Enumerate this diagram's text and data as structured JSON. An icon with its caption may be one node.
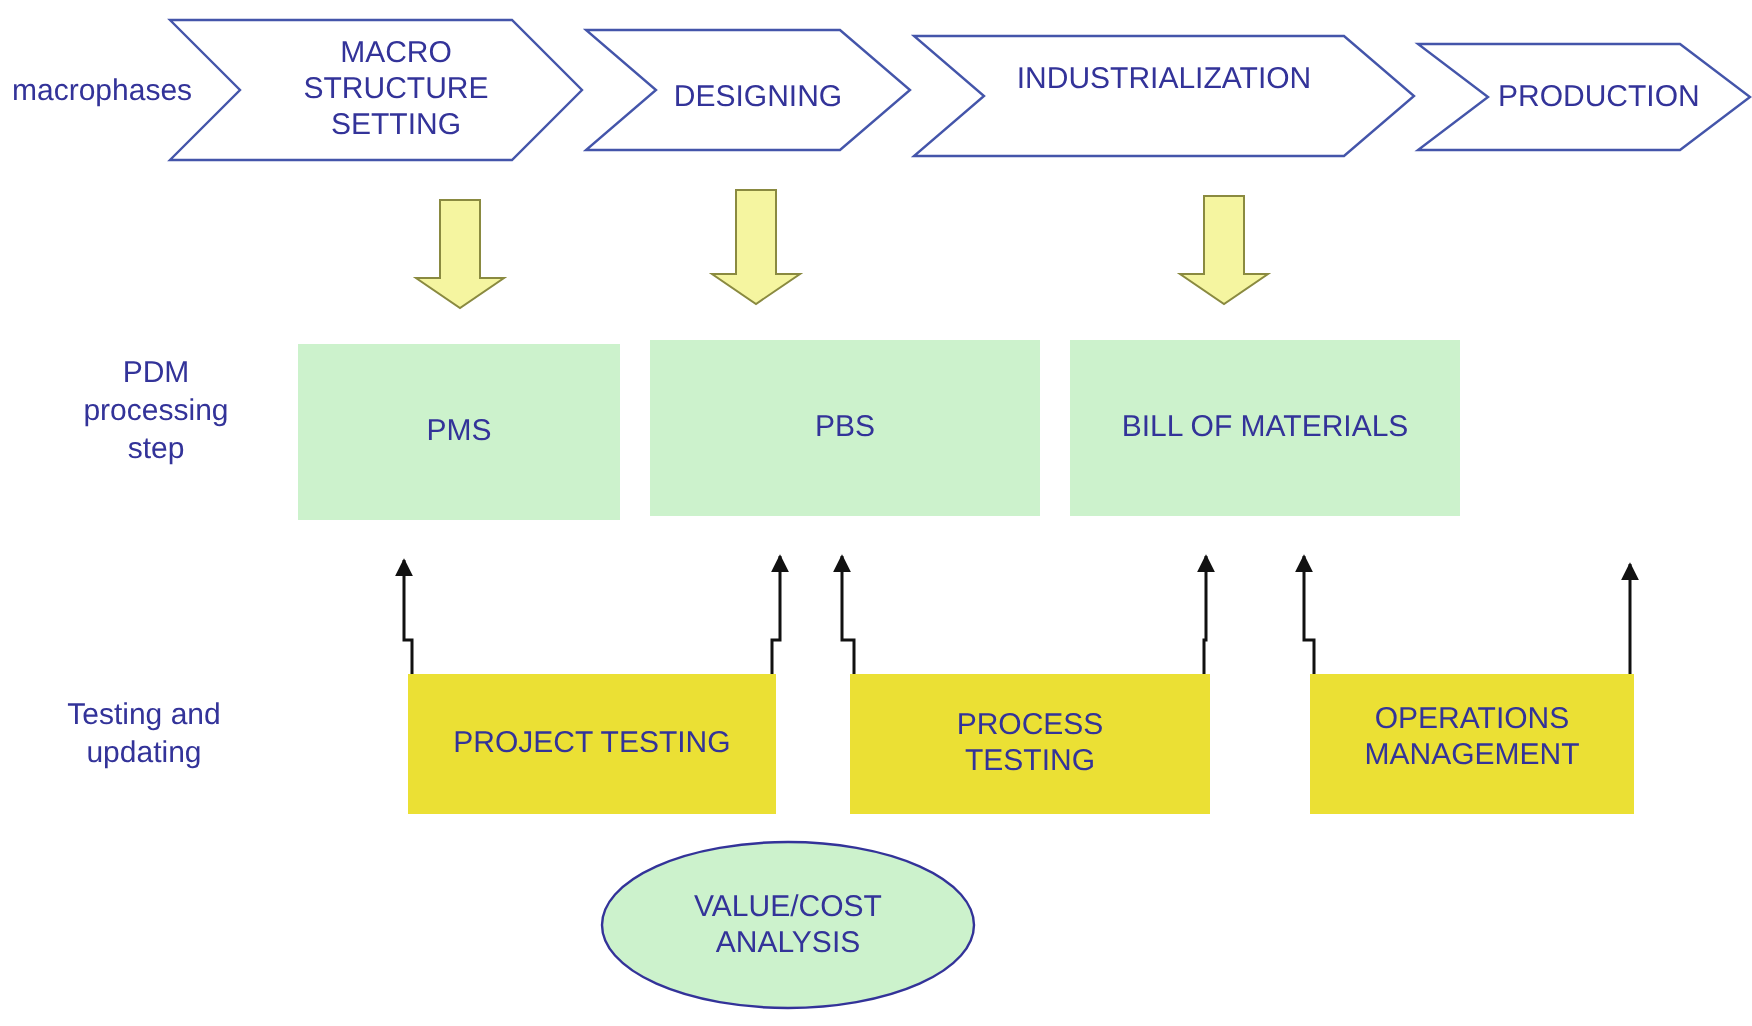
{
  "diagram": {
    "nodes": [
      {
        "text": [
          "MACRO STRUCTURE SETTING"
        ]
      },
      {
        "text": [
          "DESIGNING"
        ]
      },
      {
        "text": [
          "INDUSTRIALIZATION"
        ]
      },
      {
        "text": [
          "PRODUCTION"
        ]
      },
      {
        "text": [
          "PMS"
        ]
      },
      {
        "text": [
          "PBS"
        ]
      },
      {
        "text": [
          "BILL OF MATERIALS"
        ]
      },
      {
        "text": [
          "PROJECT TESTING"
        ]
      },
      {
        "text": [
          "PROCESS TESTING"
        ]
      },
      {
        "text": [
          "OPERATIONS MANAGEMENT"
        ]
      },
      {
        "text": [
          "VALUE/COST ANALYSIS"
        ]
      }
    ],
    "edges": [
      {
        "from": 0,
        "to": 4,
        "arrow": "to",
        "style": "thick",
        "color": "#f5f5a0"
      },
      {
        "from": 1,
        "to": 5,
        "arrow": "to",
        "style": "thick",
        "color": "#f5f5a0"
      },
      {
        "from": 2,
        "to": 6,
        "arrow": "to",
        "style": "thick",
        "color": "#f5f5a0"
      },
      {
        "from": 7,
        "to": 4,
        "arrow": "to"
      },
      {
        "from": 7,
        "to": 5,
        "arrow": "to"
      },
      {
        "from": 8,
        "to": 5,
        "arrow": "to"
      },
      {
        "from": 8,
        "to": 6,
        "arrow": "to"
      },
      {
        "from": 9,
        "to": 6,
        "arrow": "to"
      },
      {
        "from": 9,
        "to": null,
        "arrow": "to"
      }
    ],
    "labels": [
      "macrophases",
      "PDM processing step",
      "Testing and updating"
    ]
  }
}
